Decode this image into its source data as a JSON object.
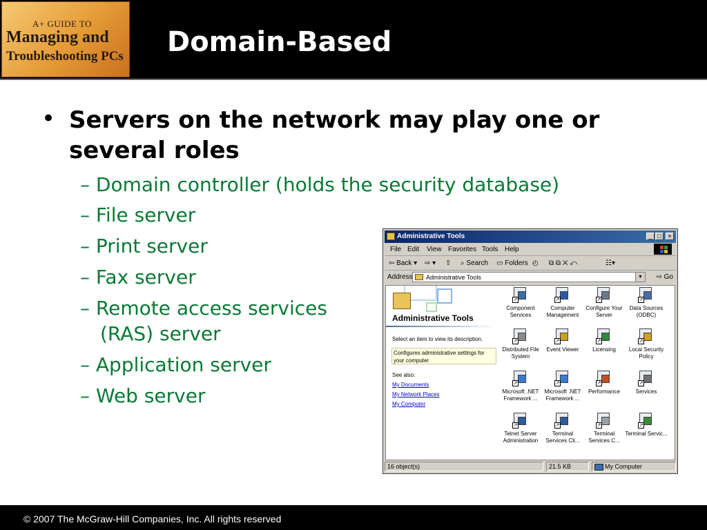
{
  "logo": {
    "line1": "A+ GUIDE TO",
    "line2": "Managing and",
    "line3": "Troubleshooting PCs"
  },
  "slide": {
    "title": "Domain-Based",
    "bullet_symbol": "•",
    "main_bullet": "Servers on the network may play one or several roles",
    "sub_bullets": [
      "– Domain controller (holds the security database)",
      "– File server",
      "– Print server",
      "– Fax server",
      "– Remote access services",
      "(RAS) server",
      "– Application server",
      "– Web server"
    ],
    "footer": "© 2007 The McGraw-Hill Companies, Inc. All rights reserved"
  },
  "window": {
    "title": "Administrative Tools",
    "buttons": {
      "minimize": "_",
      "maximize": "□",
      "close": "×"
    },
    "menu": [
      "File",
      "Edit",
      "View",
      "Favorites",
      "Tools",
      "Help"
    ],
    "toolbar": {
      "back": "⇦ Back ▾",
      "forward": "⇨ ▾",
      "up": "⇧",
      "search": "Search",
      "folders": "Folders",
      "history": "◴",
      "extra": "⧉  ⧉  ✕  ↶",
      "views": "☷▾"
    },
    "address": {
      "label": "Address",
      "value": "Administrative Tools",
      "go": "Go"
    },
    "sidebar": {
      "title": "Administrative Tools",
      "prompt": "Select an item to view its description.",
      "description": "Configures administrative settings for your computer",
      "see_also": "See also:",
      "links": [
        "My Documents",
        "My Network Places",
        "My Computer"
      ]
    },
    "icons": [
      {
        "label": "Component Services",
        "icon": "component-services-icon",
        "color": "#3a6ea5"
      },
      {
        "label": "Computer Management",
        "icon": "computer-management-icon",
        "color": "#2a5aa0"
      },
      {
        "label": "Configure Your Server",
        "icon": "configure-server-icon",
        "color": "#6a7a8a"
      },
      {
        "label": "Data Sources (ODBC)",
        "icon": "data-sources-icon",
        "color": "#4a6aa8"
      },
      {
        "label": "Distributed File System",
        "icon": "distributed-file-system-icon",
        "color": "#8a8a8a"
      },
      {
        "label": "Event Viewer",
        "icon": "event-viewer-icon",
        "color": "#c8a020"
      },
      {
        "label": "Licensing",
        "icon": "licensing-icon",
        "color": "#2a8a3a"
      },
      {
        "label": "Local Security Policy",
        "icon": "local-security-policy-icon",
        "color": "#d0a020"
      },
      {
        "label": "Microsoft .NET Framework ...",
        "icon": "dotnet-framework-icon",
        "color": "#3a7ad0"
      },
      {
        "label": "Microsoft .NET Framework ...",
        "icon": "dotnet-wizards-icon",
        "color": "#3a7ad0"
      },
      {
        "label": "Performance",
        "icon": "performance-icon",
        "color": "#c05020"
      },
      {
        "label": "Services",
        "icon": "services-icon",
        "color": "#707070"
      },
      {
        "label": "Telnet Server Administration",
        "icon": "telnet-server-icon",
        "color": "#2a5aa0"
      },
      {
        "label": "Terminal Services Cli...",
        "icon": "terminal-services-client-icon",
        "color": "#2a5aa0"
      },
      {
        "label": "Terminal Services C...",
        "icon": "terminal-services-config-icon",
        "color": "#9aa0a8"
      },
      {
        "label": "Terminal Servic...",
        "icon": "terminal-services-manager-icon",
        "color": "#3a8a3a"
      }
    ],
    "status": {
      "objects": "16 object(s)",
      "size": "21.5 KB",
      "zone": "My Computer"
    }
  },
  "colors": {
    "header_bg": "#000000",
    "sub_bullet": "#0a7a35",
    "titlebar_start": "#0a246a",
    "titlebar_end": "#3a6ea5"
  }
}
